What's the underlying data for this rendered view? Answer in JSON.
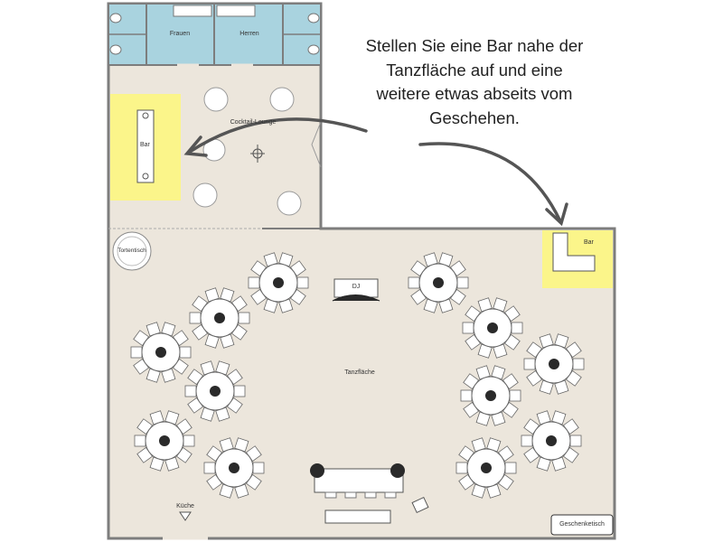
{
  "callout": {
    "lines": [
      "Stellen Sie eine Bar nahe der",
      "Tanzfläche auf und eine",
      "weitere etwas abseits vom",
      "Geschehen."
    ]
  },
  "rooms": {
    "restroom_women": "Frauen",
    "restroom_men": "Herren",
    "lounge": "Cocktail-Lounge",
    "dance_floor": "Tanzfläche",
    "kitchen": "Küche",
    "gift_table": "Geschenketisch",
    "cake_table": "Tortentisch",
    "dj": "DJ"
  },
  "bars": {
    "lounge_bar": "Bar",
    "dance_bar": "Bar"
  },
  "colors": {
    "floor": "#ece6dc",
    "wall": "#7d7d7d",
    "restroom": "#a9d3df",
    "bar_highlight": "#fbf58a",
    "arrow": "#555555"
  }
}
